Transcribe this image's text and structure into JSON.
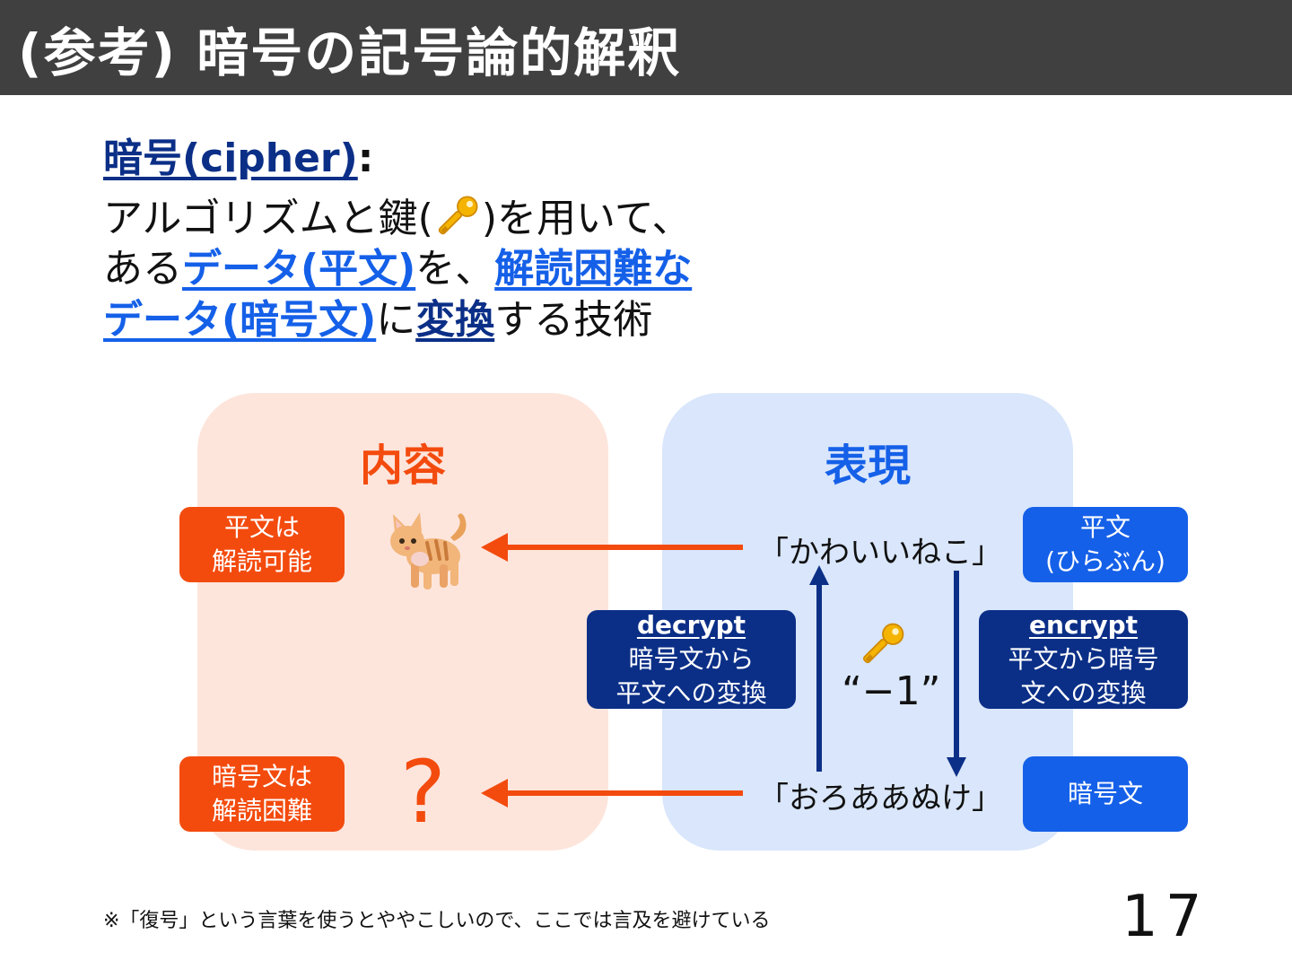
{
  "title": "(参考) 暗号の記号論的解釈",
  "definition": {
    "term": "暗号(cipher)",
    "colon": ":",
    "line1_a": "アルゴリズムと鍵(",
    "line1_b": ")を用いて、",
    "line2_a": "ある",
    "line2_link1": "データ(平文)",
    "line2_b": "を、",
    "line2_link2": "解読困難な",
    "line3_link1": "データ(暗号文)",
    "line3_b": "に",
    "line3_link2": "変換",
    "line3_c": "する技術"
  },
  "diagram": {
    "content_label": "内容",
    "expression_label": "表現",
    "plaintext_readable": [
      "平文は",
      "解読可能"
    ],
    "ciphertext_hard": [
      "暗号文は",
      "解読困難"
    ],
    "plaintext_tag": [
      "平文",
      "(ひらぶん)"
    ],
    "ciphertext_tag": "暗号文",
    "decrypt": {
      "title": "decrypt",
      "lines": [
        "暗号文から",
        "平文への変換"
      ]
    },
    "encrypt": {
      "title": "encrypt",
      "lines": [
        "平文から暗号",
        "文への変換"
      ]
    },
    "plain_phrase": "「かわいいねこ」",
    "cipher_phrase": "「おろああぬけ」",
    "key_value": "“−1”",
    "question_mark": "?",
    "icons": {
      "cat": "cat-icon",
      "key": "key-icon"
    },
    "colors": {
      "orange": "#f34b0e",
      "blue": "#1560e8",
      "navy": "#0b2f87",
      "content_bg": "#fde5dc",
      "expression_bg": "#d9e6fb"
    }
  },
  "footnote": "※「復号」という言葉を使うとややこしいので、ここでは言及を避けている",
  "page_number": "17"
}
